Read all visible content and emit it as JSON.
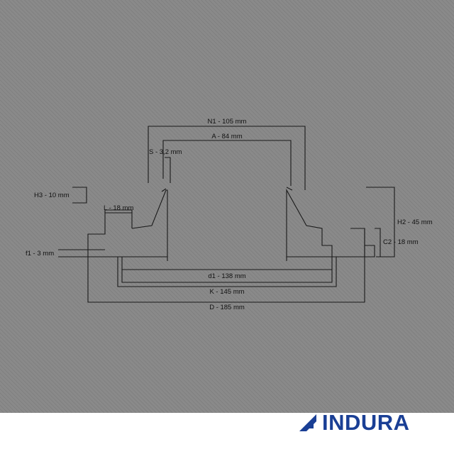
{
  "colors": {
    "background": "#8a8a8a",
    "hatch": "#7a7a7a",
    "line": "#1a1a1a",
    "brand": "#1a3f95"
  },
  "labels": {
    "n1": "N1 - 105 mm",
    "a": "A - 84 mm",
    "s": "S - 3,2 mm",
    "h3": "H3 - 10 mm",
    "l": "L - 18 mm",
    "h2": "H2 - 45 mm",
    "c2": "C2 - 18 mm",
    "f1": "f1 - 3 mm",
    "d1": "d1 - 138 mm",
    "k": "K - 145 mm",
    "d": "D - 185 mm"
  },
  "brand": {
    "name": "INDURA",
    "icon": "indura-logo-icon"
  }
}
